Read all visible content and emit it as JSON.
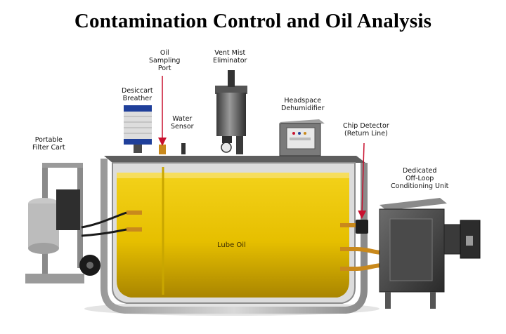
{
  "title": "Contamination Control and Oil Analysis",
  "labels": {
    "portable_filter_cart": [
      "Portable",
      "Filter Cart"
    ],
    "desiccant_breather": [
      "Desiccart",
      "Breather"
    ],
    "oil_sampling_port": [
      "Oil",
      "Sampling",
      "Port"
    ],
    "water_sensor": [
      "Water",
      "Sensor"
    ],
    "vent_mist_eliminator": [
      "Vent Mist",
      "Eliminator"
    ],
    "headspace_dehumidifier": [
      "Headspace",
      "Dehumidifier"
    ],
    "chip_detector": [
      "Chip Detector",
      "(Return Line)"
    ],
    "conditioning_unit": [
      "Dedicated",
      "Off-Loop",
      "Conditioning Unit"
    ],
    "lube_oil": "Lube Oil"
  },
  "colors": {
    "oil": "#e8c400",
    "oil_dark": "#b89400",
    "tank_wall": "#bfbfbf",
    "arrow": "#c8102e",
    "metal": "#7a7a7a",
    "brass": "#c9891c"
  }
}
